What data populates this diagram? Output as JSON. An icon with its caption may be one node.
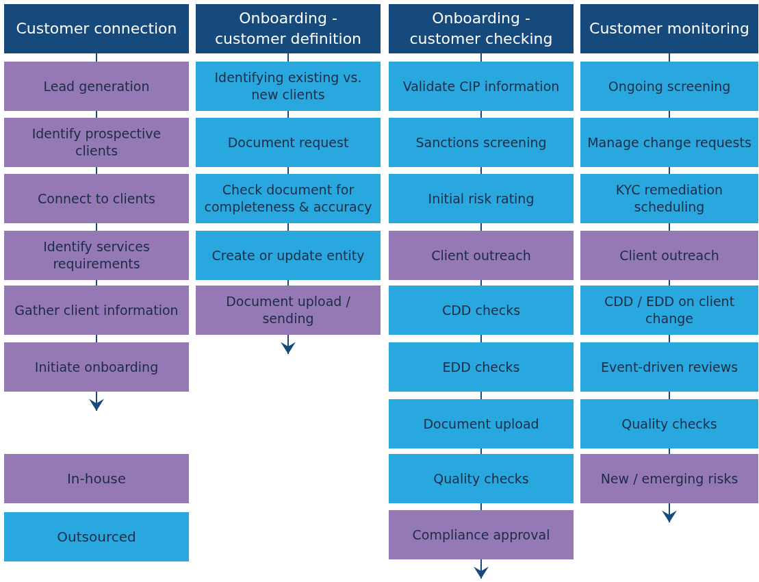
{
  "diagram": {
    "nodes": [
      {
        "text": [
          "Customer connection"
        ]
      },
      {
        "text": [
          "Lead generation"
        ]
      },
      {
        "text": [
          "Identify prospective clients"
        ]
      },
      {
        "text": [
          "Connect to clients"
        ]
      },
      {
        "text": [
          "Identify services requirements"
        ]
      },
      {
        "text": [
          "Gather client information"
        ]
      },
      {
        "text": [
          "Initiate onboarding"
        ]
      },
      {
        "text": [
          "Onboarding - customer definition"
        ]
      },
      {
        "text": [
          "Identifying existing vs. new clients"
        ]
      },
      {
        "text": [
          "Document request"
        ]
      },
      {
        "text": [
          "Check document for completeness & accuracy"
        ]
      },
      {
        "text": [
          "Create or update entity"
        ]
      },
      {
        "text": [
          "Document upload / sending"
        ]
      },
      {
        "text": [
          "Onboarding - customer checking"
        ]
      },
      {
        "text": [
          "Validate CIP information"
        ]
      },
      {
        "text": [
          "Sanctions screening"
        ]
      },
      {
        "text": [
          "Initial risk rating"
        ]
      },
      {
        "text": [
          "Client outreach"
        ]
      },
      {
        "text": [
          "CDD checks"
        ]
      },
      {
        "text": [
          "EDD checks"
        ]
      },
      {
        "text": [
          "Document upload"
        ]
      },
      {
        "text": [
          "Quality checks"
        ]
      },
      {
        "text": [
          "Compliance approval"
        ]
      },
      {
        "text": [
          "Customer monitoring"
        ]
      },
      {
        "text": [
          "Ongoing screening"
        ]
      },
      {
        "text": [
          "Manage change requests"
        ]
      },
      {
        "text": [
          "KYC remediation scheduling"
        ]
      },
      {
        "text": [
          "Client outreach"
        ]
      },
      {
        "text": [
          "CDD / EDD on client change"
        ]
      },
      {
        "text": [
          "Event-driven reviews"
        ]
      },
      {
        "text": [
          "Quality checks"
        ]
      },
      {
        "text": [
          "New / emerging risks"
        ]
      }
    ],
    "edges": [
      {
        "from": 0,
        "to": 1,
        "arrow": "none"
      },
      {
        "from": 1,
        "to": 2,
        "arrow": "none"
      },
      {
        "from": 2,
        "to": 3,
        "arrow": "none"
      },
      {
        "from": 3,
        "to": 4,
        "arrow": "none"
      },
      {
        "from": 4,
        "to": 5,
        "arrow": "none"
      },
      {
        "from": 5,
        "to": 6,
        "arrow": "none"
      },
      {
        "from": 6,
        "to": null,
        "arrow": "to"
      },
      {
        "from": 7,
        "to": 8,
        "arrow": "none"
      },
      {
        "from": 8,
        "to": 9,
        "arrow": "none"
      },
      {
        "from": 9,
        "to": 10,
        "arrow": "none"
      },
      {
        "from": 10,
        "to": 11,
        "arrow": "none"
      },
      {
        "from": 11,
        "to": 12,
        "arrow": "none"
      },
      {
        "from": 12,
        "to": null,
        "arrow": "to"
      },
      {
        "from": 13,
        "to": 14,
        "arrow": "none"
      },
      {
        "from": 14,
        "to": 15,
        "arrow": "none"
      },
      {
        "from": 15,
        "to": 16,
        "arrow": "none"
      },
      {
        "from": 16,
        "to": 17,
        "arrow": "none"
      },
      {
        "from": 17,
        "to": 18,
        "arrow": "none"
      },
      {
        "from": 18,
        "to": 19,
        "arrow": "none"
      },
      {
        "from": 19,
        "to": 20,
        "arrow": "none"
      },
      {
        "from": 20,
        "to": 21,
        "arrow": "none"
      },
      {
        "from": 21,
        "to": 22,
        "arrow": "none"
      },
      {
        "from": 22,
        "to": null,
        "arrow": "to"
      },
      {
        "from": 23,
        "to": 24,
        "arrow": "none"
      },
      {
        "from": 24,
        "to": 25,
        "arrow": "none"
      },
      {
        "from": 25,
        "to": 26,
        "arrow": "none"
      },
      {
        "from": 26,
        "to": 27,
        "arrow": "none"
      },
      {
        "from": 27,
        "to": 28,
        "arrow": "none"
      },
      {
        "from": 28,
        "to": 29,
        "arrow": "none"
      },
      {
        "from": 29,
        "to": 30,
        "arrow": "none"
      },
      {
        "from": 30,
        "to": 31,
        "arrow": "none"
      },
      {
        "from": 31,
        "to": null,
        "arrow": "to"
      }
    ],
    "legend": [
      {
        "text": "In-house",
        "color": "#9479b4"
      },
      {
        "text": "Outsourced",
        "color": "#29a8e0"
      }
    ]
  }
}
